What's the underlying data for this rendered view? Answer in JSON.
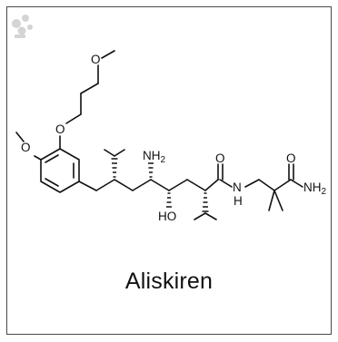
{
  "compound_name": "Aliskiren",
  "watermark_icon": "molecule-watermark-icon",
  "atom_labels": {
    "o_methoxy_chain": "O",
    "o_ether": "O",
    "o_methoxy_ring": "O",
    "n_amine": "NH",
    "n_amine_sub": "2",
    "o_hydroxyl": "HO",
    "o_carbonyl_1": "O",
    "n_amide": "N",
    "h_amide": "H",
    "o_carbonyl_2": "O",
    "n_terminal_amide": "NH",
    "n_terminal_sub": "2"
  },
  "colors": {
    "ink": "#111111",
    "frame": "#4a4a4a",
    "watermark": "#cfcfcf"
  }
}
